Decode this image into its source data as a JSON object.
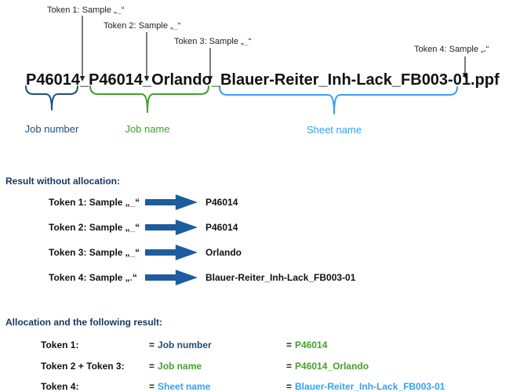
{
  "colors": {
    "dark_blue": "#1F4E79",
    "heading_blue": "#17375D",
    "green": "#43A02C",
    "light_blue": "#36A0F2",
    "arrow_blue": "#1D5C9E",
    "red_separator": "#E02020",
    "text": "#111111"
  },
  "quotes": {
    "open": "„",
    "close": "“"
  },
  "equals_sign": "=",
  "filename": {
    "text": "P46014_P46014_Orlando_Blauer-Reiter_Inh-Lack_FB003-01.ppf"
  },
  "token_callouts": [
    {
      "label": "Token 1: Sample",
      "sep": "_"
    },
    {
      "label": "Token 2: Sample",
      "sep": "_"
    },
    {
      "label": "Token 3: Sample",
      "sep": "_"
    },
    {
      "label": "Token 4: Sample",
      "sep": "."
    }
  ],
  "braces": [
    {
      "label": "Job number"
    },
    {
      "label": "Job name"
    },
    {
      "label": "Sheet name"
    }
  ],
  "result_section": {
    "heading": "Result without allocation:",
    "rows": [
      {
        "label": "Token 1: Sample",
        "sep": "_",
        "value": "P46014"
      },
      {
        "label": "Token 2: Sample",
        "sep": "_",
        "value": "P46014"
      },
      {
        "label": "Token 3: Sample",
        "sep": "_",
        "value": "Orlando"
      },
      {
        "label": "Token 4: Sample",
        "sep": ".",
        "value": "Blauer-Reiter_Inh-Lack_FB003-01"
      }
    ]
  },
  "allocation_section": {
    "heading": "Allocation and the following result:",
    "rows": [
      {
        "tokens": "Token 1:",
        "term": "Job number",
        "value": "P46014"
      },
      {
        "tokens": "Token 2 + Token 3:",
        "term": "Job name",
        "value": "P46014_Orlando"
      },
      {
        "tokens": "Token 4:",
        "term": "Sheet name",
        "value": "Blauer-Reiter_Inh-Lack_FB003-01"
      }
    ]
  }
}
